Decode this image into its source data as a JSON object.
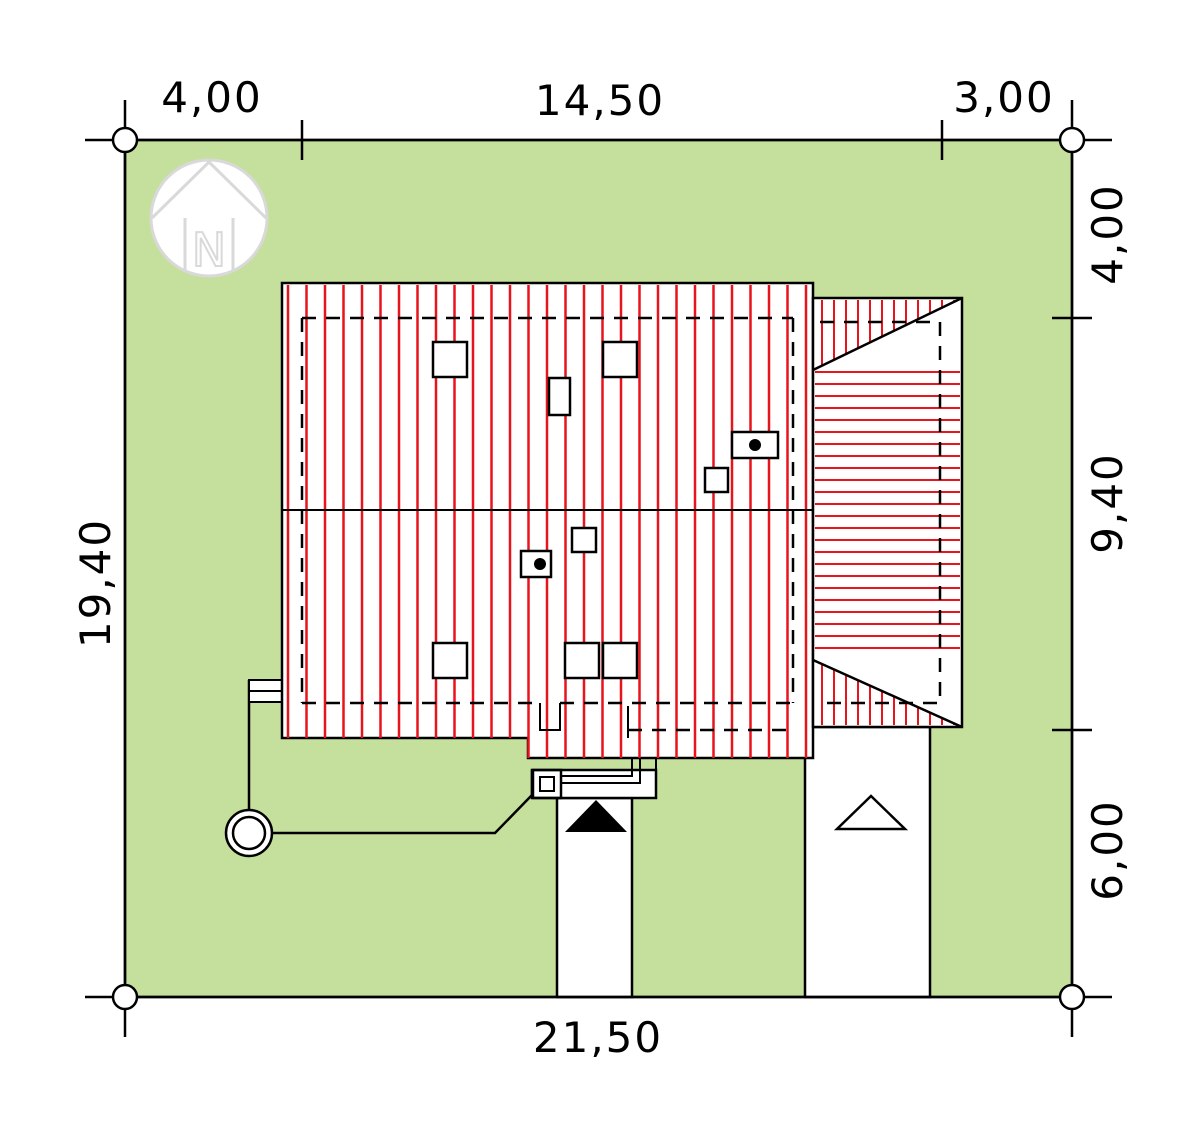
{
  "dimensions": {
    "top_left": "4,00",
    "top_middle": "14,50",
    "top_right": "3,00",
    "bottom": "21,50",
    "left": "19,40",
    "right_top": "4,00",
    "right_middle": "9,40",
    "right_bottom": "6,00"
  },
  "compass_letter": "N",
  "colors": {
    "plot": "#c5df9c",
    "roof_lines": "#e8141c",
    "outline": "#000000",
    "driveway": "#ffffff",
    "compass": "#d9d9d9"
  }
}
